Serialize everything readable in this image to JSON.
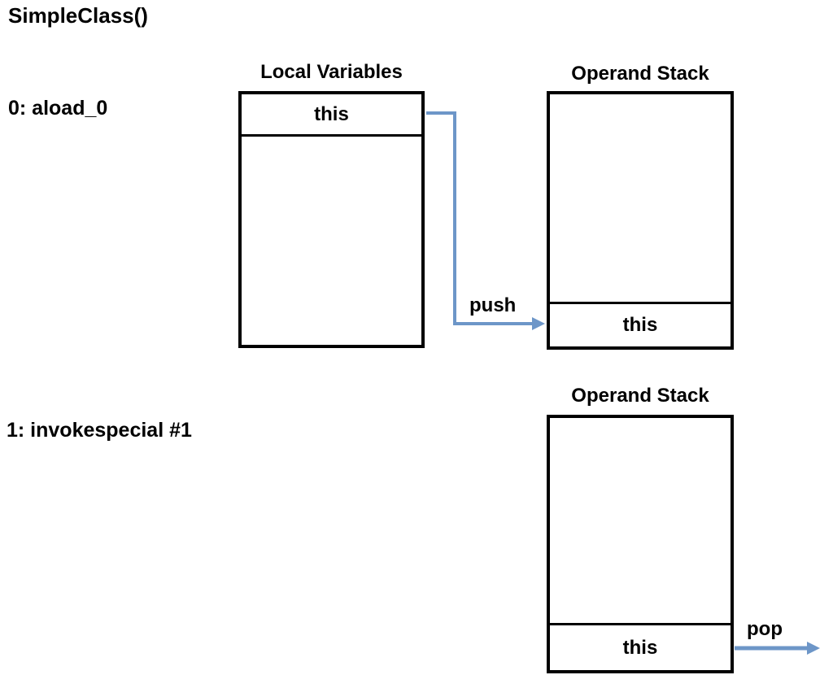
{
  "title": "SimpleClass()",
  "colors": {
    "background": "#FFFFFF",
    "border": "#000000",
    "text": "#000000",
    "arrow": "#6D96C8"
  },
  "steps": [
    {
      "instruction": "0: aload_0",
      "local_variables": {
        "heading": "Local Variables",
        "slot0": "this"
      },
      "operand_stack": {
        "heading": "Operand Stack",
        "top_item": "this"
      },
      "arrow_label": "push"
    },
    {
      "instruction": "1: invokespecial #1",
      "operand_stack": {
        "heading": "Operand Stack",
        "top_item": "this"
      },
      "arrow_label": "pop"
    }
  ]
}
